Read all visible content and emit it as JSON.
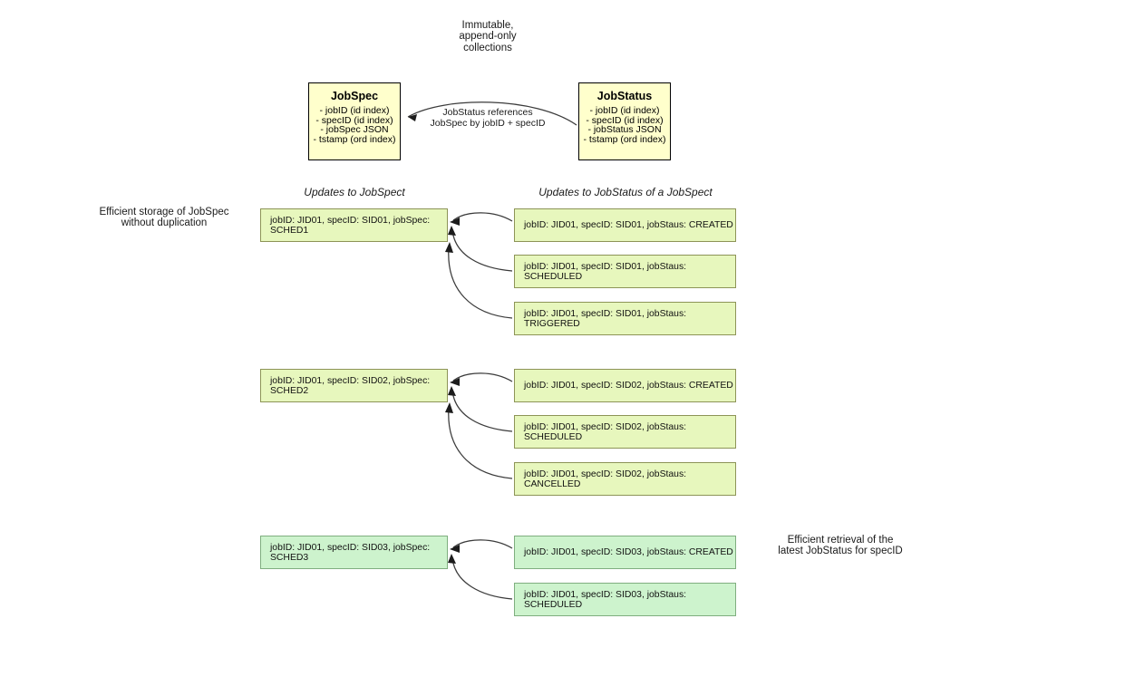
{
  "notes": {
    "top": "Immutable,\nappend-only\ncollections",
    "left": "Efficient storage of JobSpec\nwithout duplication",
    "right": "Efficient retrieval of the\nlatest JobStatus for specID"
  },
  "entities": {
    "jobspec": {
      "title": "JobSpec",
      "fields": [
        "- jobID (id index)",
        "- specID (id index)",
        "- jobSpec JSON",
        "- tstamp (ord index)"
      ]
    },
    "jobstatus": {
      "title": "JobStatus",
      "fields": [
        "- jobID (id index)",
        "- specID (id index)",
        "- jobStatus JSON",
        "- tstamp (ord index)"
      ]
    },
    "relation_label": "JobStatus references\nJobSpec by jobID + specID"
  },
  "columns": {
    "spec_header": "Updates to JobSpect",
    "status_header": "Updates to JobStatus of a JobSpect"
  },
  "groups": [
    {
      "spec": "jobID: JID01, specID: SID01, jobSpec: SCHED1",
      "statuses": [
        "jobID: JID01, specID: SID01, jobStaus: CREATED",
        "jobID: JID01, specID: SID01, jobStaus: SCHEDULED",
        "jobID: JID01, specID: SID01, jobStaus: TRIGGERED"
      ]
    },
    {
      "spec": "jobID: JID01, specID: SID02, jobSpec: SCHED2",
      "statuses": [
        "jobID: JID01, specID: SID02, jobStaus: CREATED",
        "jobID: JID01, specID: SID02, jobStaus: SCHEDULED",
        "jobID: JID01, specID: SID02, jobStaus: CANCELLED"
      ]
    },
    {
      "spec": "jobID: JID01, specID: SID03, jobSpec: SCHED3",
      "statuses": [
        "jobID: JID01, specID: SID03, jobStaus: CREATED",
        "jobID: JID01, specID: SID03, jobStaus: SCHEDULED"
      ]
    }
  ],
  "colors": {
    "entity_fill": "#ffffcc",
    "entity_border": "#000000",
    "record_fill": "#e7f7bd",
    "record_border": "#8d9457",
    "record_mint_fill": "#cdf3cd",
    "record_mint_border": "#7fae7f",
    "arrow": "#3b3b3b"
  }
}
